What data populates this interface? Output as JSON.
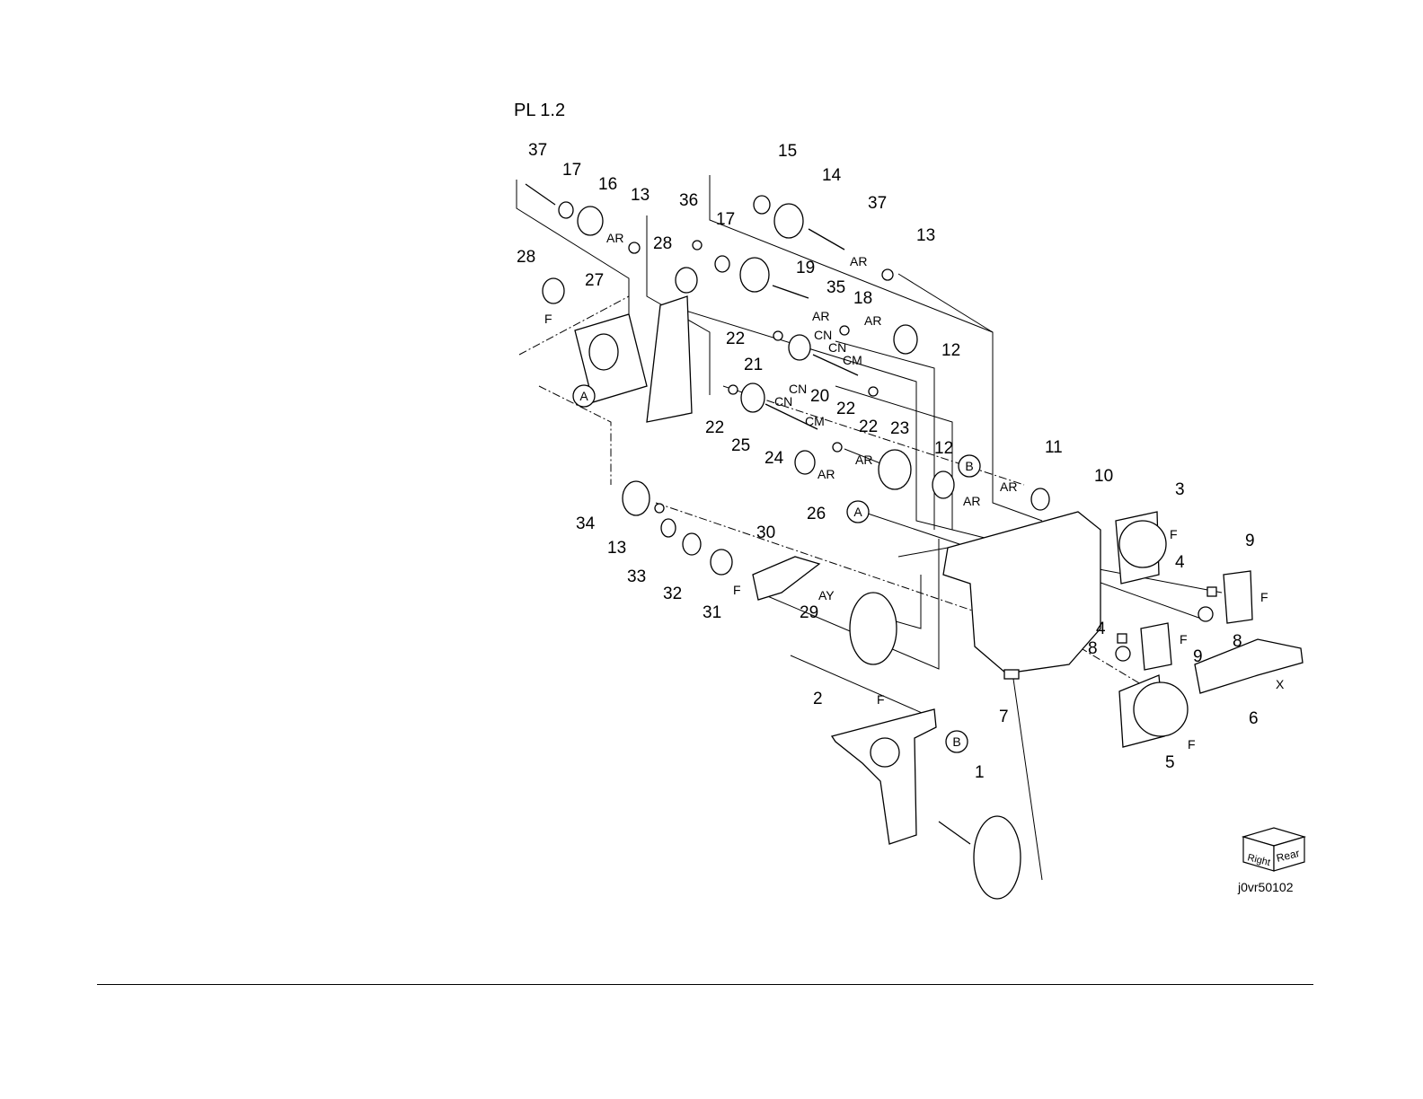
{
  "title": "PL 1.2",
  "figure_id": "j0vr50102",
  "orientation": {
    "left": "Right",
    "right": "Rear"
  },
  "callouts": [
    {
      "id": "c37a",
      "text": "37"
    },
    {
      "id": "c17a",
      "text": "17"
    },
    {
      "id": "c16",
      "text": "16"
    },
    {
      "id": "c13a",
      "text": "13"
    },
    {
      "id": "c36",
      "text": "36"
    },
    {
      "id": "c17b",
      "text": "17"
    },
    {
      "id": "c15",
      "text": "15"
    },
    {
      "id": "c14",
      "text": "14"
    },
    {
      "id": "c37b",
      "text": "37"
    },
    {
      "id": "c13b",
      "text": "13"
    },
    {
      "id": "c28a",
      "text": "28"
    },
    {
      "id": "c28b",
      "text": "28"
    },
    {
      "id": "c27",
      "text": "27"
    },
    {
      "id": "c19",
      "text": "19"
    },
    {
      "id": "c35",
      "text": "35"
    },
    {
      "id": "c18",
      "text": "18"
    },
    {
      "id": "c12a",
      "text": "12"
    },
    {
      "id": "c22a",
      "text": "22"
    },
    {
      "id": "c21",
      "text": "21"
    },
    {
      "id": "c20",
      "text": "20"
    },
    {
      "id": "c22b",
      "text": "22"
    },
    {
      "id": "c25",
      "text": "25"
    },
    {
      "id": "c24",
      "text": "24"
    },
    {
      "id": "c22c",
      "text": "22"
    },
    {
      "id": "c22d",
      "text": "22"
    },
    {
      "id": "c23",
      "text": "23"
    },
    {
      "id": "c26",
      "text": "26"
    },
    {
      "id": "c12b",
      "text": "12"
    },
    {
      "id": "c11",
      "text": "11"
    },
    {
      "id": "c10",
      "text": "10"
    },
    {
      "id": "c3",
      "text": "3"
    },
    {
      "id": "c34",
      "text": "34"
    },
    {
      "id": "c13c",
      "text": "13"
    },
    {
      "id": "c33",
      "text": "33"
    },
    {
      "id": "c32",
      "text": "32"
    },
    {
      "id": "c31",
      "text": "31"
    },
    {
      "id": "c30",
      "text": "30"
    },
    {
      "id": "c29",
      "text": "29"
    },
    {
      "id": "c9a",
      "text": "9"
    },
    {
      "id": "c4a",
      "text": "4"
    },
    {
      "id": "c8a",
      "text": "8"
    },
    {
      "id": "c4b",
      "text": "4"
    },
    {
      "id": "c8b",
      "text": "8"
    },
    {
      "id": "c9b",
      "text": "9"
    },
    {
      "id": "c7",
      "text": "7"
    },
    {
      "id": "c6",
      "text": "6"
    },
    {
      "id": "c5",
      "text": "5"
    },
    {
      "id": "c2",
      "text": "2"
    },
    {
      "id": "c1",
      "text": "1"
    }
  ],
  "notes": [
    {
      "id": "ar1",
      "text": "AR"
    },
    {
      "id": "ar2",
      "text": "AR"
    },
    {
      "id": "ar3",
      "text": "AR"
    },
    {
      "id": "ar4",
      "text": "AR"
    },
    {
      "id": "ar5",
      "text": "AR"
    },
    {
      "id": "ar6",
      "text": "AR"
    },
    {
      "id": "ar7",
      "text": "AR"
    },
    {
      "id": "ar8",
      "text": "AR"
    },
    {
      "id": "cn1",
      "text": "CN"
    },
    {
      "id": "cn2",
      "text": "CN"
    },
    {
      "id": "cm1",
      "text": "CM"
    },
    {
      "id": "cn3",
      "text": "CN"
    },
    {
      "id": "cn4",
      "text": "CN"
    },
    {
      "id": "cm2",
      "text": "CM"
    },
    {
      "id": "ay",
      "text": "AY"
    },
    {
      "id": "x",
      "text": "X"
    },
    {
      "id": "f1",
      "text": "F"
    },
    {
      "id": "f2",
      "text": "F"
    },
    {
      "id": "f3",
      "text": "F"
    },
    {
      "id": "f4",
      "text": "F"
    },
    {
      "id": "f5",
      "text": "F"
    },
    {
      "id": "f6",
      "text": "F"
    },
    {
      "id": "f7",
      "text": "F"
    }
  ],
  "connectors": [
    {
      "id": "A1",
      "text": "A"
    },
    {
      "id": "A2",
      "text": "A"
    },
    {
      "id": "B1",
      "text": "B"
    },
    {
      "id": "B2",
      "text": "B"
    }
  ]
}
